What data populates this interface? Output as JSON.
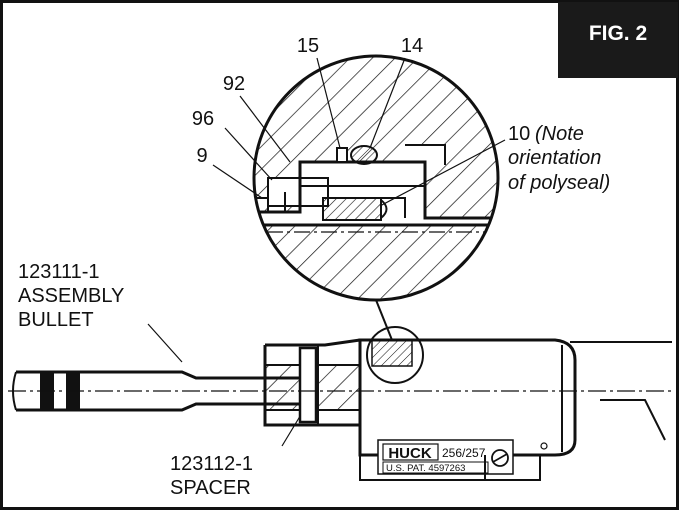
{
  "figure_label": "FIG. 2",
  "callouts": {
    "p15": "15",
    "p14": "14",
    "p92": "92",
    "p96": "96",
    "p9": "9",
    "p10_number": "10",
    "p10_note_1": "(Note",
    "p10_note_2": "orientation",
    "p10_note_3": "of polyseal)",
    "bullet_1": "123111-1",
    "bullet_2": "ASSEMBLY",
    "bullet_3": "BULLET",
    "spacer_1": "123112-1",
    "spacer_2": "SPACER"
  },
  "nameplate": {
    "brand": "HUCK",
    "model": "256/257",
    "patent": "U.S. PAT. 4597263"
  },
  "colors": {
    "ink": "#111111",
    "badge_bg": "#1a1a1a",
    "paper": "#ffffff"
  }
}
